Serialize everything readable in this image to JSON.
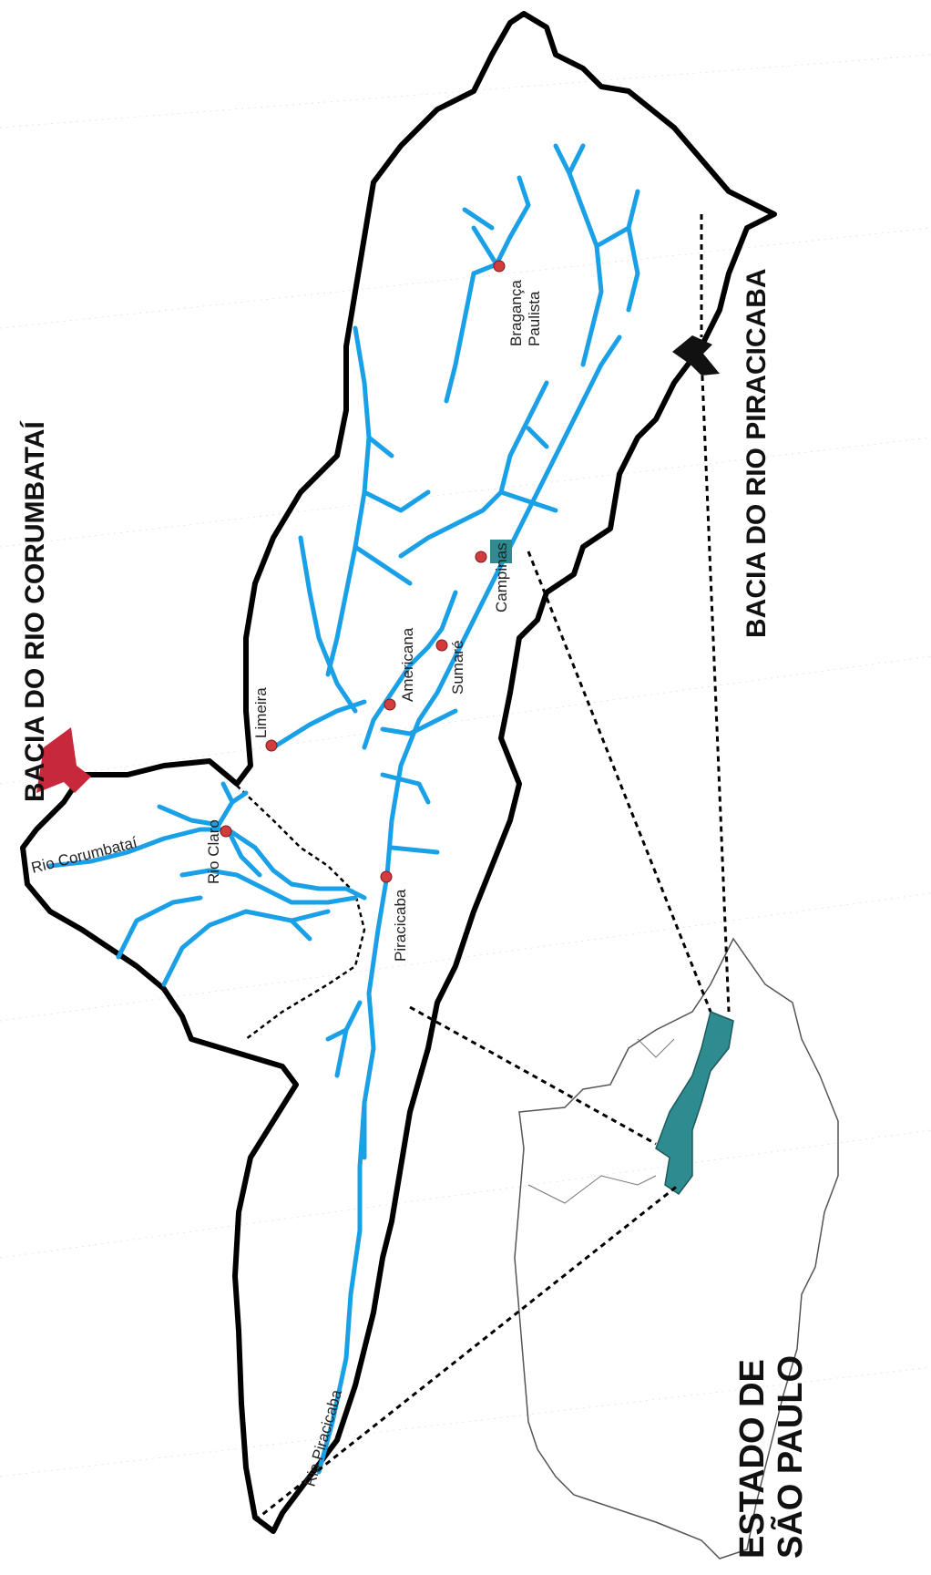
{
  "titles": {
    "corumbatai": "BACIA DO RIO CORUMBATAÍ",
    "piracicaba": "BACIA DO RIO PIRACICABA",
    "state_line1": "ESTADO DE",
    "state_line2": "SÃO PAULO"
  },
  "rivers": {
    "corumbatai": "Rio Corumbataí",
    "piracicaba": "Rio Piracicaba"
  },
  "cities": [
    {
      "name": "Bragança Paulista"
    },
    {
      "name": "Campinas"
    },
    {
      "name": "Sumaré"
    },
    {
      "name": "Americana"
    },
    {
      "name": "Limeira"
    },
    {
      "name": "Rio Claro"
    },
    {
      "name": "Piracicaba"
    }
  ],
  "colors": {
    "river": "#1aa0e6",
    "city": "#d23c3c",
    "highlight": "#2e8b8f",
    "arrow_red": "#c8283c",
    "boundary": "#000000"
  }
}
